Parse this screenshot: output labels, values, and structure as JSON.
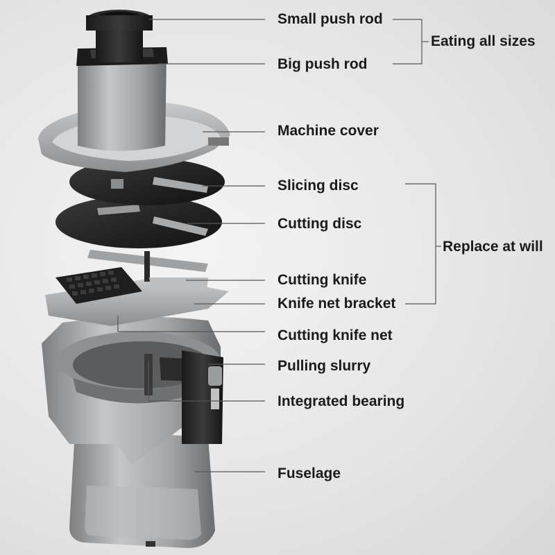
{
  "parts": [
    {
      "id": "small-push-rod",
      "label": "Small push rod"
    },
    {
      "id": "big-push-rod",
      "label": "Big push rod"
    },
    {
      "id": "machine-cover",
      "label": "Machine cover"
    },
    {
      "id": "slicing-disc",
      "label": "Slicing disc"
    },
    {
      "id": "cutting-disc",
      "label": "Cutting disc"
    },
    {
      "id": "cutting-knife",
      "label": "Cutting knife"
    },
    {
      "id": "knife-net-bracket",
      "label": "Knife net bracket"
    },
    {
      "id": "cutting-knife-net",
      "label": "Cutting knife net"
    },
    {
      "id": "pulling-slurry",
      "label": "Pulling slurry"
    },
    {
      "id": "integrated-bearing",
      "label": "Integrated bearing"
    },
    {
      "id": "fuselage",
      "label": "Fuselage"
    }
  ],
  "groups": [
    {
      "id": "eating-all-sizes",
      "label": "Eating all sizes"
    },
    {
      "id": "replace-at-will",
      "label": "Replace at will"
    }
  ],
  "colors": {
    "metal": "#a7a9ab",
    "metal_dark": "#6e7072",
    "black_part": "#262626",
    "leader": "#555555",
    "text": "#1a1a1a"
  }
}
